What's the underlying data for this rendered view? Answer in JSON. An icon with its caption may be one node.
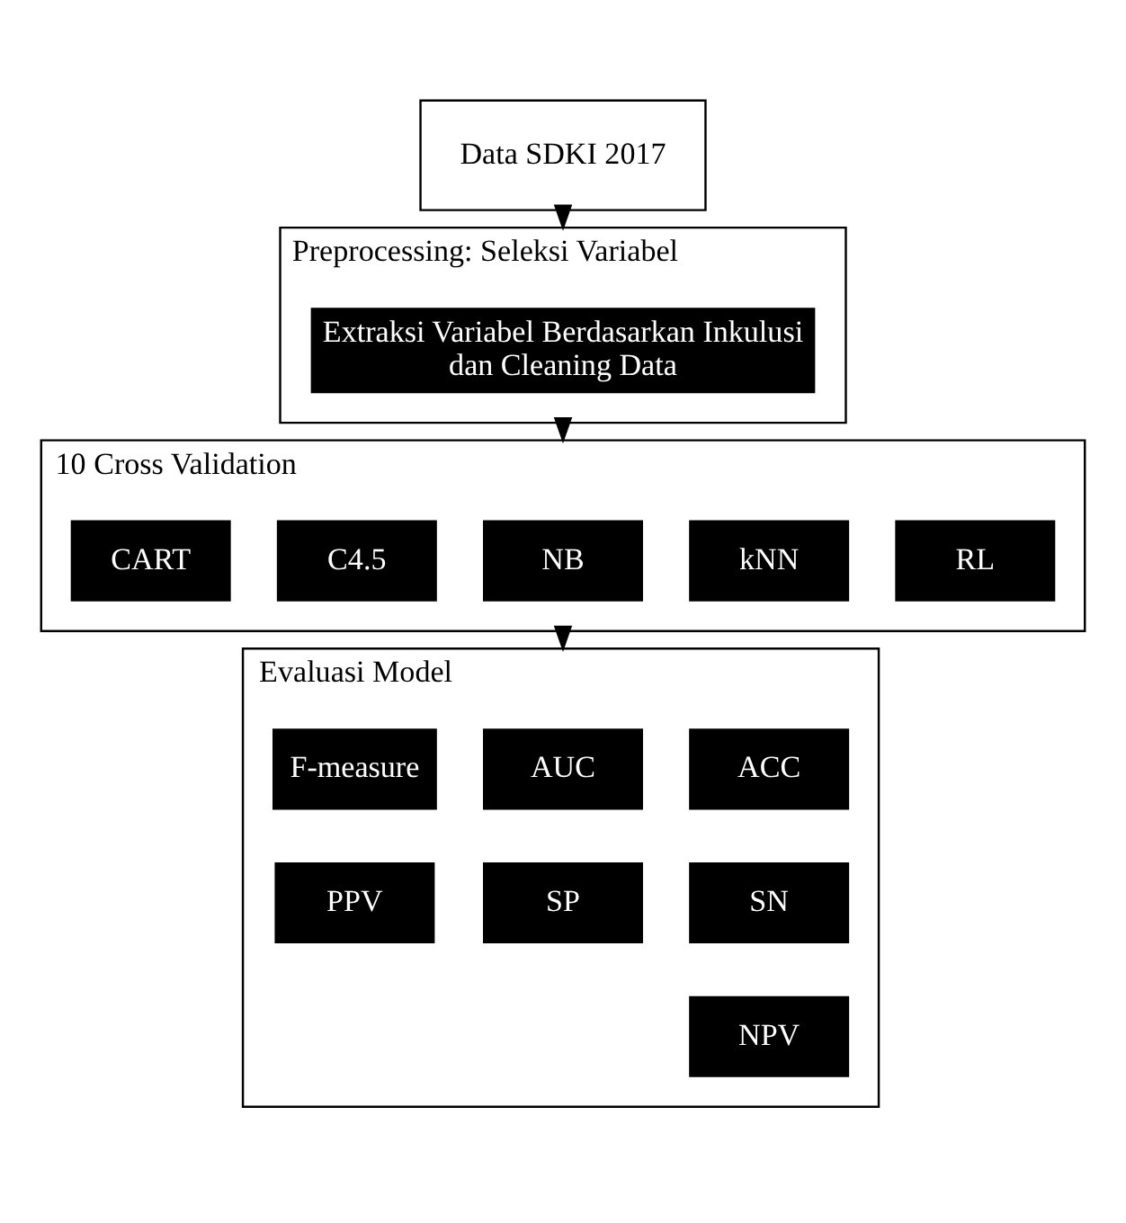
{
  "diagram": {
    "nodes": [
      {
        "text": [
          "Data SDKI 2017"
        ]
      },
      {
        "text": [
          "Preprocessing: Seleksi Variabel"
        ]
      },
      {
        "text": [
          "Extraksi Variabel Berdasarkan Inkulusi dan Cleaning Data"
        ],
        "in": 1
      },
      {
        "text": [
          "10 Cross Validation"
        ]
      },
      {
        "text": [
          "RL"
        ],
        "in": 3
      },
      {
        "text": [
          "kNN"
        ],
        "in": 3
      },
      {
        "text": [
          "NB"
        ],
        "in": 3
      },
      {
        "text": [
          "C4.5"
        ],
        "in": 3
      },
      {
        "text": [
          "CART"
        ],
        "in": 3
      },
      {
        "text": [
          "Evaluasi Model"
        ]
      },
      {
        "text": [
          "ACC"
        ],
        "in": 9
      },
      {
        "text": [
          "AUC"
        ],
        "in": 9
      },
      {
        "text": [
          "F-measure"
        ],
        "in": 9
      },
      {
        "text": [
          "SN"
        ],
        "in": 9
      },
      {
        "text": [
          "SP"
        ],
        "in": 9
      },
      {
        "text": [
          "PPV"
        ],
        "in": 9
      },
      {
        "text": [
          "NPV"
        ],
        "in": 9
      }
    ],
    "edges": [
      {
        "from": 0,
        "to": 1,
        "arrow": "to"
      },
      {
        "from": 1,
        "to": 3,
        "arrow": "to"
      },
      {
        "from": 3,
        "to": 9,
        "arrow": "to"
      }
    ]
  }
}
